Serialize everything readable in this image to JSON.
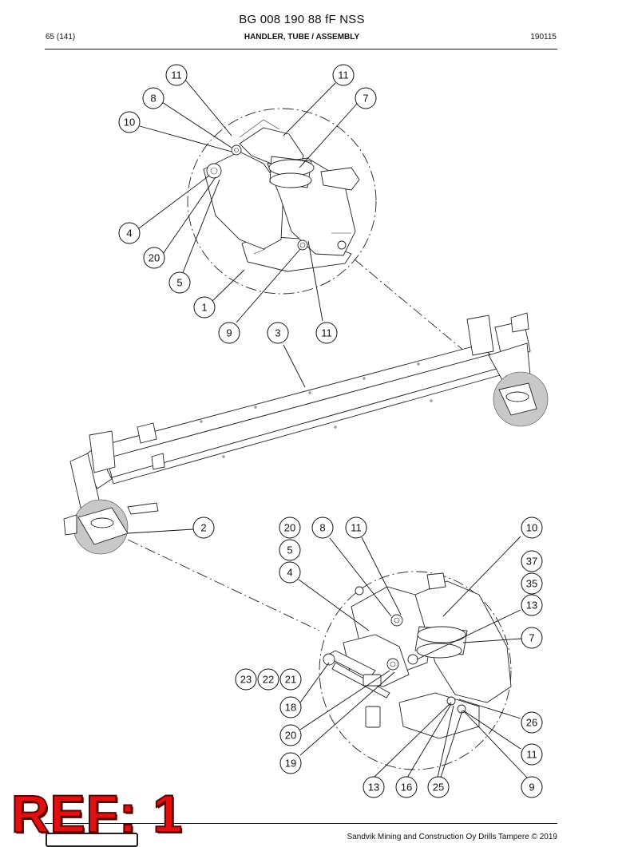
{
  "header": {
    "doc_title": "BG 008 190 88 fF NSS",
    "page": "65 (141)",
    "subtitle": "HANDLER, TUBE / ASSEMBLY",
    "code": "190115"
  },
  "footer": {
    "copyright": "Sandvik Mining and Construction Oy Drills Tampere © 2019"
  },
  "stamp": {
    "text": "REF: 1",
    "color": "#e01010"
  },
  "callouts": {
    "top": [
      "11",
      "11",
      "8",
      "7",
      "10",
      "4",
      "20",
      "5",
      "1",
      "9",
      "3",
      "11"
    ],
    "mid": [
      "2"
    ],
    "bottom": [
      "20",
      "8",
      "11",
      "10",
      "5",
      "37",
      "4",
      "35",
      "13",
      "7",
      "23",
      "22",
      "21",
      "18",
      "26",
      "20",
      "19",
      "11",
      "13",
      "16",
      "25",
      "9"
    ]
  }
}
